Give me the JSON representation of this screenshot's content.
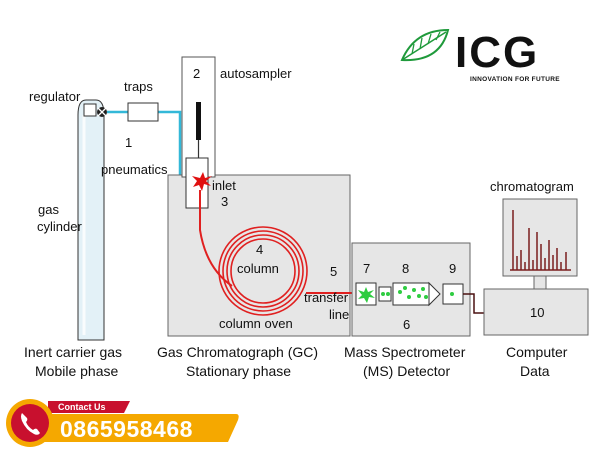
{
  "brand": {
    "name": "ICG",
    "tagline": "INNOVATION FOR FUTURE",
    "green": "#1f9a3b",
    "dark_green": "#1d7a34"
  },
  "labels": {
    "regulator": "regulator",
    "traps": "traps",
    "num_1": "1",
    "pneumatics": "pneumatics",
    "gas": "gas",
    "cylinder": "cylinder",
    "num_2": "2",
    "autosampler": "autosampler",
    "inlet": "inlet",
    "num_3": "3",
    "num_4": "4",
    "column": "column",
    "column_oven": "column oven",
    "num_5": "5",
    "transfer": "transfer",
    "line": "line",
    "num_6": "6",
    "num_7": "7",
    "num_8": "8",
    "num_9": "9",
    "chromatogram": "chromatogram",
    "num_10": "10"
  },
  "captions": {
    "carrier_1": "Inert carrier gas",
    "carrier_2": "Mobile phase",
    "gc_1": "Gas Chromatograph (GC)",
    "gc_2": "Stationary phase",
    "ms_1": "Mass Spectrometer",
    "ms_2": "(MS) Detector",
    "computer_1": "Computer",
    "computer_2": "Data"
  },
  "contact": {
    "title": "Contact Us",
    "phone": "0865958468",
    "red": "#c8102e",
    "gold": "#f5a800"
  },
  "colors": {
    "gas_line": "#33b8d8",
    "column_red": "#e02020",
    "burst_red": "#e01010",
    "burst_green": "#2ecc40",
    "box_gray": "#e6e6e6",
    "cylinder_fill": "#e3f1f7",
    "peak": "#7a1f1f"
  }
}
